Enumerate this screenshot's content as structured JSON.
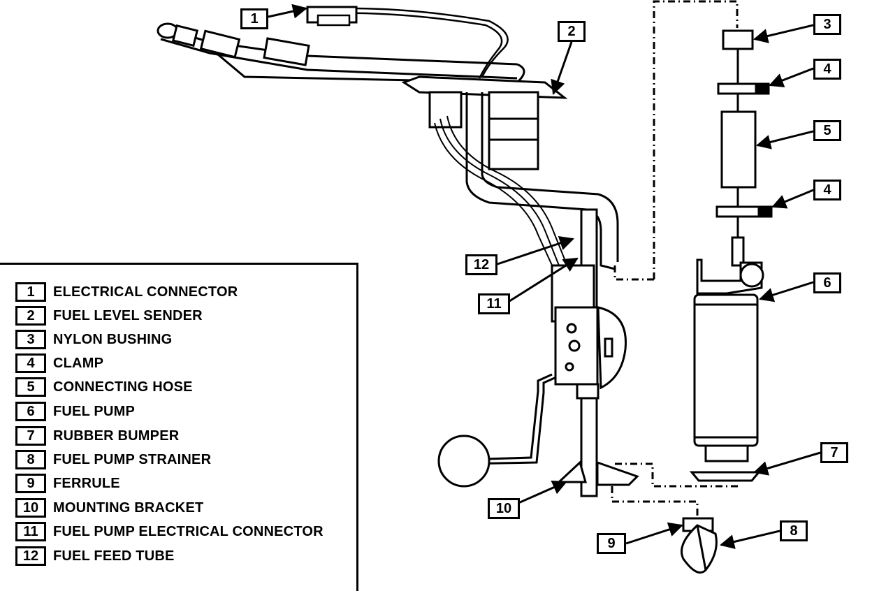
{
  "callouts": [
    {
      "id": "1",
      "label": "1"
    },
    {
      "id": "2",
      "label": "2"
    },
    {
      "id": "3",
      "label": "3"
    },
    {
      "id": "4a",
      "label": "4"
    },
    {
      "id": "5",
      "label": "5"
    },
    {
      "id": "4b",
      "label": "4"
    },
    {
      "id": "6",
      "label": "6"
    },
    {
      "id": "12",
      "label": "12"
    },
    {
      "id": "11",
      "label": "11"
    },
    {
      "id": "7",
      "label": "7"
    },
    {
      "id": "10",
      "label": "10"
    },
    {
      "id": "9",
      "label": "9"
    },
    {
      "id": "8",
      "label": "8"
    }
  ],
  "legend": [
    {
      "num": "1",
      "text": "ELECTRICAL CONNECTOR"
    },
    {
      "num": "2",
      "text": "FUEL LEVEL SENDER"
    },
    {
      "num": "3",
      "text": "NYLON BUSHING"
    },
    {
      "num": "4",
      "text": "CLAMP"
    },
    {
      "num": "5",
      "text": "CONNECTING HOSE"
    },
    {
      "num": "6",
      "text": "FUEL PUMP"
    },
    {
      "num": "7",
      "text": "RUBBER BUMPER"
    },
    {
      "num": "8",
      "text": "FUEL PUMP STRAINER"
    },
    {
      "num": "9",
      "text": "FERRULE"
    },
    {
      "num": "10",
      "text": "MOUNTING BRACKET"
    },
    {
      "num": "11",
      "text": "FUEL PUMP ELECTRICAL CONNECTOR"
    },
    {
      "num": "12",
      "text": "FUEL FEED TUBE"
    }
  ]
}
